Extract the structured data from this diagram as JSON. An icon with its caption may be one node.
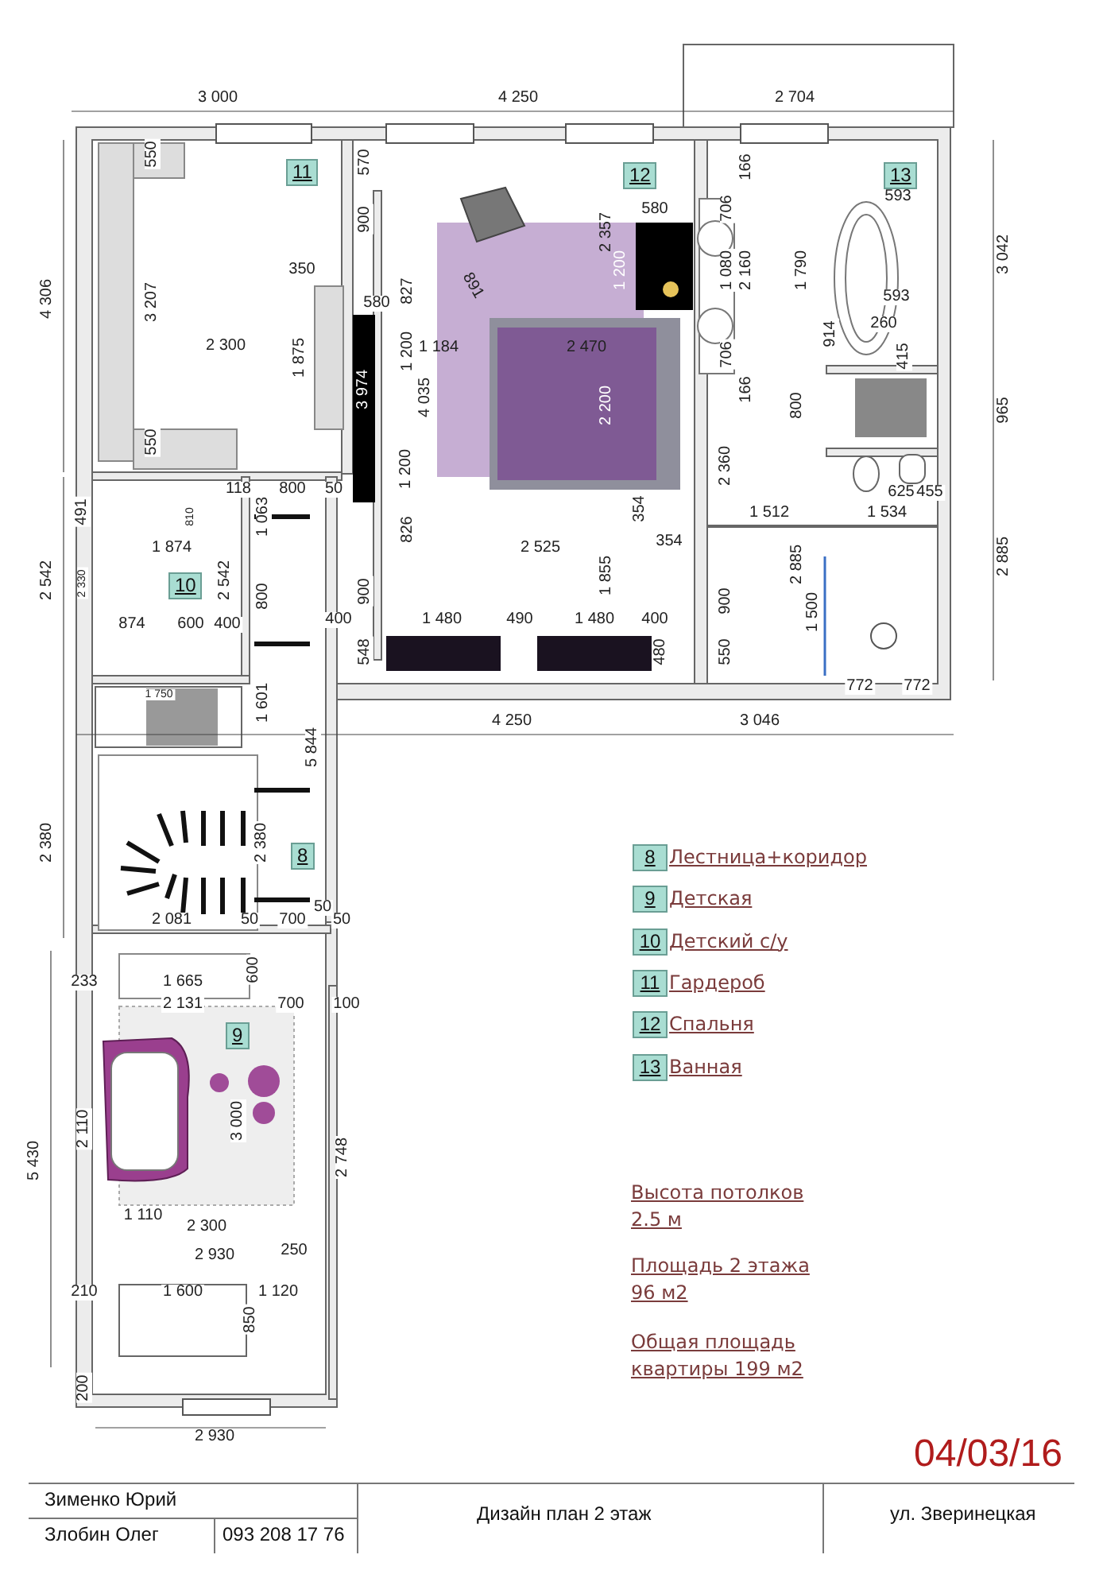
{
  "diagram": {
    "nodes": [
      {
        "text": [
          "11"
        ]
      },
      {
        "text": [
          "12"
        ]
      },
      {
        "text": [
          "13"
        ]
      },
      {
        "text": [
          "10"
        ]
      },
      {
        "text": [
          "8"
        ]
      },
      {
        "text": [
          "9"
        ]
      },
      {
        "text": [
          "8"
        ],
        "beside": [
          "Лестница+коридор"
        ]
      },
      {
        "text": [
          "9"
        ],
        "beside": [
          "Детская"
        ]
      },
      {
        "text": [
          "10"
        ],
        "beside": [
          "Детский с/у"
        ]
      },
      {
        "text": [
          "11"
        ],
        "beside": [
          "Гардероб"
        ]
      },
      {
        "text": [
          "12"
        ],
        "beside": [
          "Спальня"
        ]
      },
      {
        "text": [
          "13"
        ],
        "beside": [
          "Ванная"
        ]
      }
    ],
    "edges": [],
    "labels": [
      "3 000",
      "4 250",
      "2 704",
      "550",
      "570",
      "900",
      "2 357",
      "580",
      "706",
      "166",
      "593",
      "4 306",
      "3 207",
      "350",
      "580",
      "827",
      "891",
      "1 200",
      "1 080",
      "2 160",
      "1 790",
      "593",
      "3 042",
      "2 300",
      "1 875",
      "1 200",
      "1 184",
      "2 470",
      "706",
      "914",
      "260",
      "415",
      "3 974",
      "4 035",
      "2 200",
      "166",
      "800",
      "965",
      "550",
      "1 200",
      "2 360",
      "491",
      "810",
      "118",
      "1 063",
      "800",
      "50",
      "354",
      "1 512",
      "1 534",
      "625",
      "455",
      "1 874",
      "826",
      "2 525",
      "354",
      "2 542",
      "2 330",
      "2 542",
      "800",
      "900",
      "1 855",
      "900",
      "2 885",
      "1 500",
      "2 885",
      "874",
      "600",
      "400",
      "400",
      "1 480",
      "490",
      "1 480",
      "400",
      "548",
      "480",
      "550",
      "1 750",
      "1 601",
      "5 844",
      "4 250",
      "3 046",
      "772",
      "772",
      "2 380",
      "2 380",
      "2 081",
      "50",
      "700",
      "50",
      "50",
      "233",
      "1 665",
      "600",
      "2 131",
      "700",
      "100",
      "5 430",
      "2 110",
      "3 000",
      "2 748",
      "1 110",
      "2 300",
      "2 930",
      "250",
      "210",
      "1 600",
      "850",
      "1 120",
      "200",
      "2 930",
      "Высота потолков 2.5 м",
      "Площадь 2 этажа 96 м2",
      "Общая площадь квартиры 199 м2",
      "04/03/16",
      "Зименко Юрий",
      "Дизайн план 2 этаж",
      "ул. Зверинецкая",
      "Злобин Олег",
      "093 208 17 76"
    ]
  }
}
